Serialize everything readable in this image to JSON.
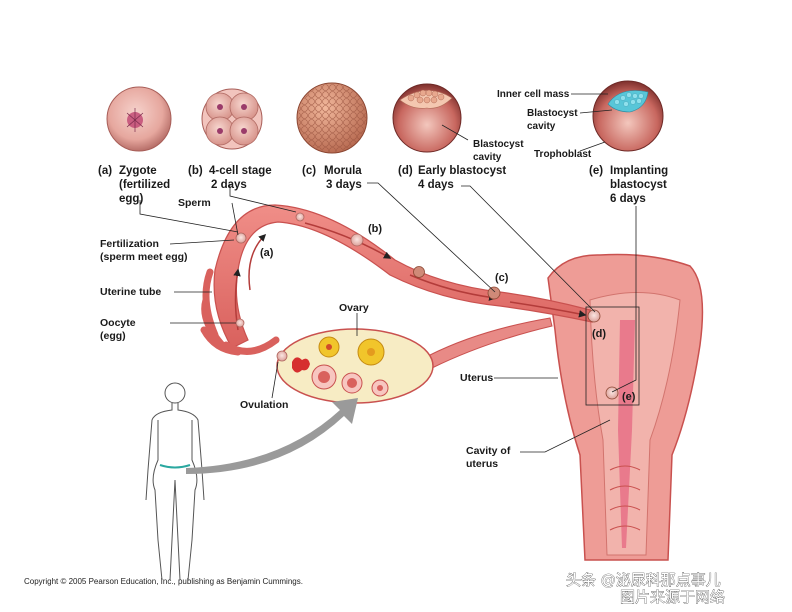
{
  "stages": [
    {
      "marker": "(a)",
      "name": "Zygote",
      "line2": "(fertilized",
      "line3": "egg)"
    },
    {
      "marker": "(b)",
      "name": "4-cell stage",
      "line2": "2 days",
      "line3": ""
    },
    {
      "marker": "(c)",
      "name": "Morula",
      "line2": "3 days",
      "line3": ""
    },
    {
      "marker": "(d)",
      "name": "Early blastocyst",
      "line2": "4 days",
      "line3": ""
    },
    {
      "marker": "(e)",
      "name": "Implanting",
      "line2": "blastocyst",
      "line3": "6 days"
    }
  ],
  "structure_labels": {
    "inner_cell_mass": "Inner cell mass",
    "blastocyst_cavity_1": "Blastocyst",
    "blastocyst_cavity_2": "cavity",
    "blastocyst_cavity_d1": "Blastocyst",
    "blastocyst_cavity_d2": "cavity",
    "trophoblast": "Trophoblast"
  },
  "anatomy_labels": {
    "sperm": "Sperm",
    "fertilization_1": "Fertilization",
    "fertilization_2": "(sperm meet egg)",
    "uterine_tube": "Uterine tube",
    "oocyte_1": "Oocyte",
    "oocyte_2": "(egg)",
    "ovary": "Ovary",
    "ovulation": "Ovulation",
    "uterus": "Uterus",
    "cavity_1": "Cavity of",
    "cavity_2": "uterus"
  },
  "path_markers": {
    "a": "(a)",
    "b": "(b)",
    "c": "(c)",
    "d": "(d)",
    "e": "(e)"
  },
  "credit": "Copyright © 2005 Pearson Education, Inc., publishing as Benjamin Cummings.",
  "watermark": {
    "line1": "头条 @泌尿科那点事儿",
    "line2": "图片来源于网络"
  },
  "colors": {
    "tissue": "#e88a86",
    "tissue_dark": "#c9514f",
    "ovary": "#f7ecc4",
    "arrow": "#9a9a9a"
  }
}
